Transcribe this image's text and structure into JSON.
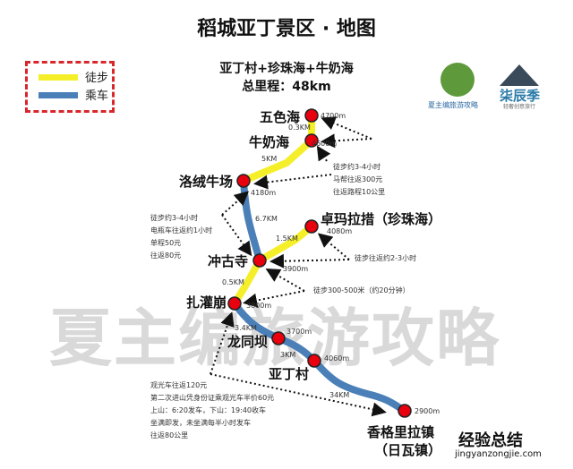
{
  "title": "稻城亚丁景区 · 地图",
  "subtitle": "亚丁村+珍珠海+牛奶海",
  "total": "总里程：48km",
  "legend": {
    "walk": "徒步",
    "ride": "乘车",
    "walk_color": "#f5ef2a",
    "ride_color": "#4a7fb8"
  },
  "logos": {
    "left_caption": "夏主编旅游攻略",
    "right_name": "柒辰季",
    "right_tagline": "轻奢创意旅行"
  },
  "nodes": [
    {
      "name": "五色海",
      "elev": "4700m"
    },
    {
      "name": "牛奶海",
      "elev": "4600m"
    },
    {
      "name": "洛绒牛场",
      "elev": "4180m"
    },
    {
      "name": "卓玛拉措（珍珠海）",
      "elev": "4080m"
    },
    {
      "name": "冲古寺",
      "elev": "3900m"
    },
    {
      "name": "扎灌崩",
      "elev": "3800m"
    },
    {
      "name": "龙同坝",
      "elev": "3700m"
    },
    {
      "name": "亚丁村",
      "elev": "4060m"
    },
    {
      "name": "香格里拉镇",
      "elev": "2900m",
      "sub": "（日瓦镇）"
    }
  ],
  "distances": [
    "0.3KM",
    "5KM",
    "6.7KM",
    "1.5KM",
    "0.5KM",
    "3.4KM",
    "3KM",
    "34KM"
  ],
  "notes": {
    "milk_lake": "徒步约3-4小时\n马帮往返300元\n往返路程10公里",
    "luorong": "徒步约3-4小时\n电瓶车往返约1小时\n单程50元\n往返80元",
    "zhuoma": "徒步往返约2-3小时",
    "chonggu": "徒步300-500米（约20分钟）",
    "bus": "观光车往返120元\n第二次进山凭身份证乘观光车半价60元\n上山：6:20发车，下山：19:40收车\n坐满即发，未坐满每半小时发车\n往返80公里"
  },
  "watermark": "夏主编旅游攻略",
  "corner": {
    "name": "经验总结",
    "url": "jingyanzongjie.com"
  }
}
